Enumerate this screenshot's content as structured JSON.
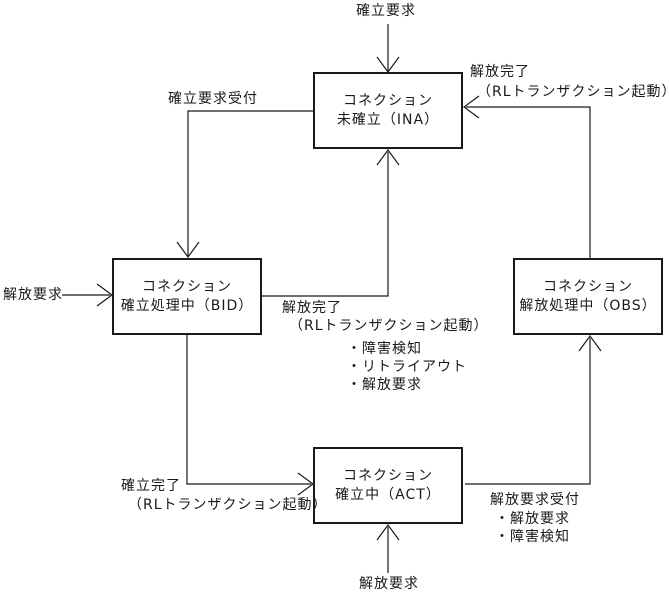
{
  "diagram": {
    "kind": "connection-state-transition-diagram",
    "colors": {
      "line": "#1a1a1a",
      "background": "#ffffff",
      "box_fill": "#ffffff"
    },
    "states": {
      "ina": {
        "line1": "コネクション",
        "line2": "未確立（INA）"
      },
      "bid": {
        "line1": "コネクション",
        "line2": "確立処理中（BID）"
      },
      "obs": {
        "line1": "コネクション",
        "line2": "解放処理中（OBS）"
      },
      "act": {
        "line1": "コネクション",
        "line2": "確立中（ACT）"
      }
    },
    "transitions": {
      "establish_request_top": "確立要求",
      "release_complete_top_line1": "解放完了",
      "release_complete_top_line2": "（RLトランザクション起動）",
      "establish_request_accepted": "確立要求受付",
      "release_request_left": "解放要求",
      "release_complete_mid_line1": "解放完了",
      "release_complete_mid_line2": "（RLトランザクション起動）",
      "mid_bullet_fault_detect": "・障害検知",
      "mid_bullet_retry_out": "・リトライアウト",
      "mid_bullet_release_request": "・解放要求",
      "establish_complete_line1": "確立完了",
      "establish_complete_line2": "（RLトランザクション起動）",
      "release_request_accepted": "解放要求受付",
      "accept_bullet_release_request": "・解放要求",
      "accept_bullet_fault_detect": "・障害検知",
      "release_request_bottom": "解放要求"
    }
  }
}
